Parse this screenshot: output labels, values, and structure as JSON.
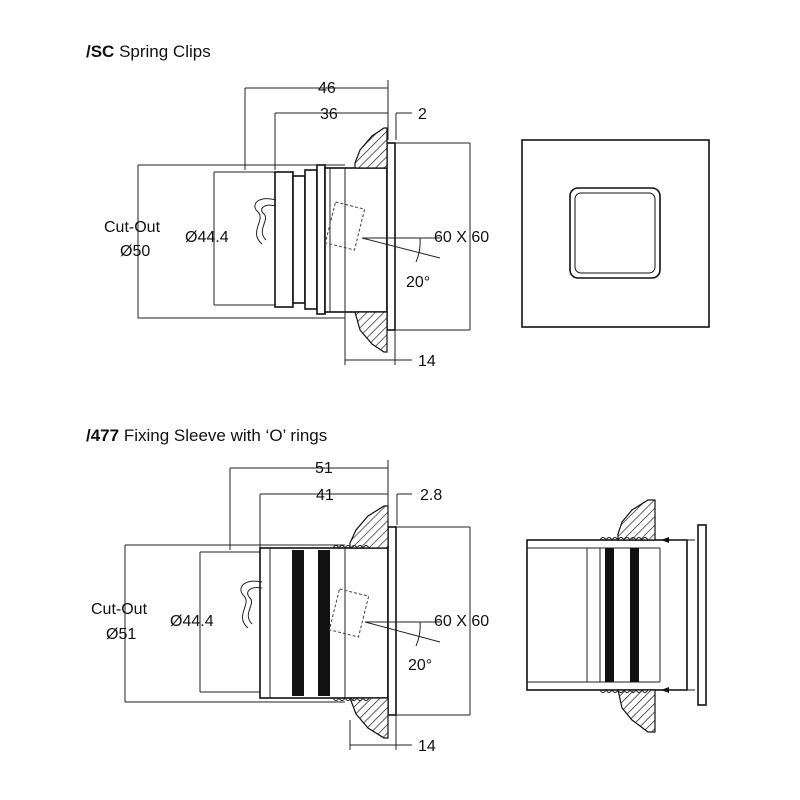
{
  "section1": {
    "title_prefix": "/SC",
    "title_text": " Spring Clips",
    "dims": {
      "overall": "46",
      "body": "36",
      "flange": "2",
      "cutout_label": "Cut-Out",
      "cutout_value": "Ø50",
      "diameter": "Ø44.4",
      "bezel": "60 X 60",
      "angle": "20°",
      "depth": "14"
    }
  },
  "section2": {
    "title_prefix": "/477",
    "title_text": " Fixing Sleeve with ‘O’ rings",
    "dims": {
      "overall": "51",
      "body": "41",
      "flange": "2.8",
      "cutout_label": "Cut-Out",
      "cutout_value": "Ø51",
      "diameter": "Ø44.4",
      "bezel": "60 X 60",
      "angle": "20°",
      "depth": "14"
    }
  }
}
